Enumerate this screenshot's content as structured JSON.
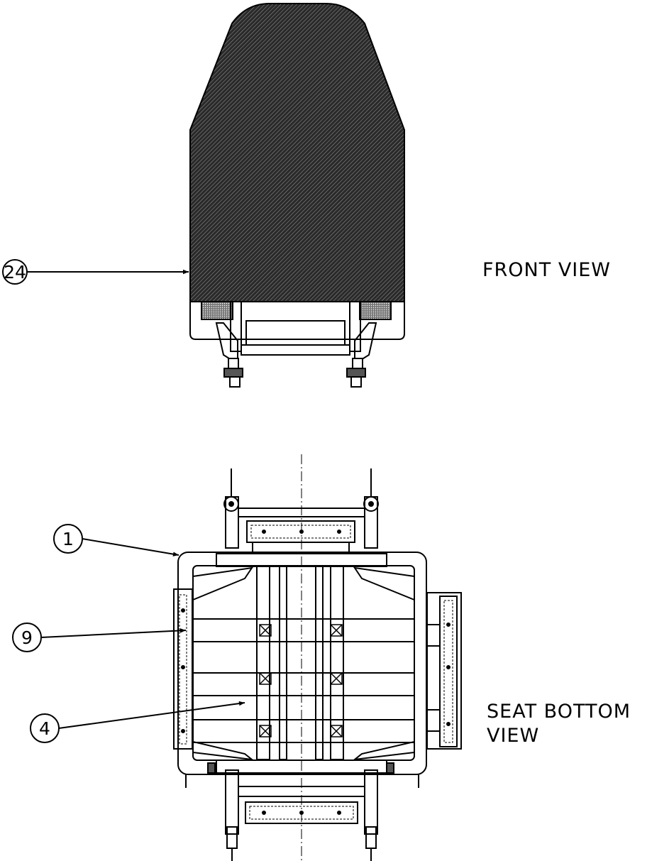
{
  "views": {
    "front": {
      "label": "FRONT  VIEW"
    },
    "bottom": {
      "label_line1": "SEAT  BOTTOM",
      "label_line2": "VIEW"
    }
  },
  "callouts": [
    {
      "id": "24",
      "points_to": "seat back cushion (front view)"
    },
    {
      "id": "1",
      "points_to": "seat frame"
    },
    {
      "id": "9",
      "points_to": "side rail strip"
    },
    {
      "id": "4",
      "points_to": "seat bottom pan"
    }
  ],
  "colors": {
    "ink": "#000000",
    "paper": "#ffffff"
  }
}
